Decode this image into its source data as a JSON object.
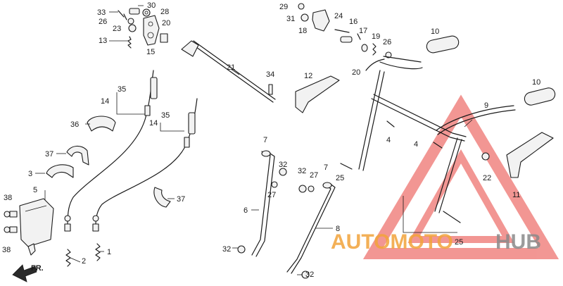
{
  "callouts": {
    "c33": "33",
    "c30": "30",
    "c28": "28",
    "c26a": "26",
    "c23": "23",
    "c20a": "20",
    "c13": "13",
    "c15": "15",
    "c29": "29",
    "c31": "31",
    "c24": "24",
    "c18": "18",
    "c16": "16",
    "c17": "17",
    "c19": "19",
    "c26b": "26",
    "c10a": "10",
    "c21": "21",
    "c34": "34",
    "c12": "12",
    "c20b": "20",
    "c35a": "35",
    "c14a": "14",
    "c35b": "35",
    "c14b": "14",
    "c36": "36",
    "c37a": "37",
    "c3": "3",
    "c5": "5",
    "c38a": "38",
    "c38b": "38",
    "c2": "2",
    "c1": "1",
    "c37b": "37",
    "c7a": "7",
    "c32a": "32",
    "c27a": "27",
    "c6": "6",
    "c32b": "32",
    "c32c": "32",
    "c27b": "27",
    "c7b": "7",
    "c25a": "25",
    "c8": "8",
    "c32d": "32",
    "c4a": "4",
    "c4b": "4",
    "c9": "9",
    "c22": "22",
    "c10b": "10",
    "c11": "11",
    "c25b": "25"
  },
  "direction": "FR.",
  "watermark": {
    "part1": "AUTOMOTO",
    "part2": "HUB"
  },
  "colors": {
    "ink": "#1a1a1a",
    "watermark_red": "#e8423c",
    "watermark_orange": "#f2a33a",
    "watermark_gray": "#8a8a8a"
  }
}
